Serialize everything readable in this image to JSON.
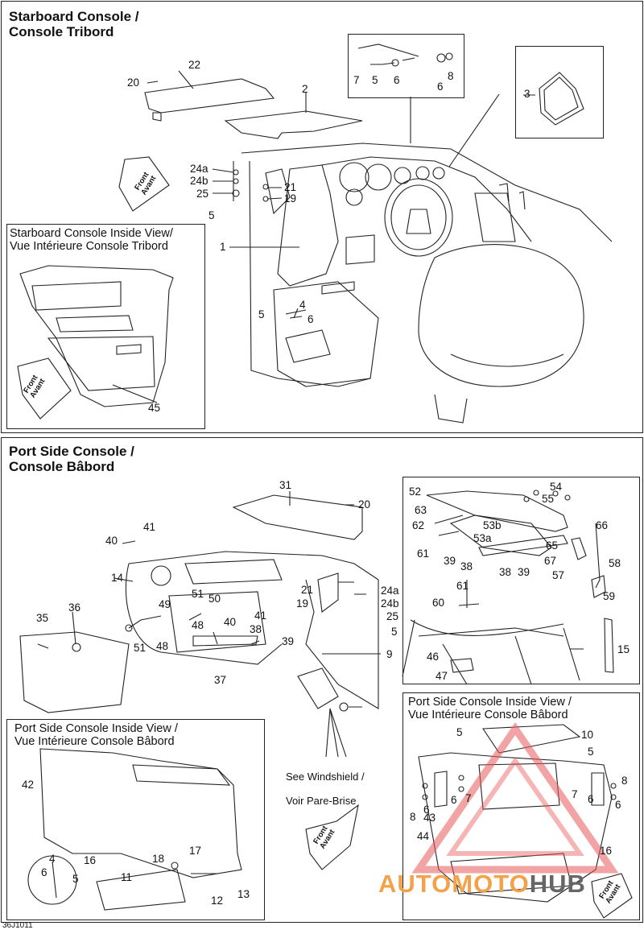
{
  "starboard": {
    "title_line1": "Starboard Console /",
    "title_line2": "Console Tribord",
    "inside_view_line1": "Starboard Console Inside View/",
    "inside_view_line2": "Vue Intérieure Console Tribord",
    "front_line1": "Front",
    "front_line2": "Avant",
    "callouts": [
      "22",
      "20",
      "2",
      "7",
      "5",
      "6",
      "6",
      "8",
      "3",
      "24a",
      "24b",
      "25",
      "5",
      "21",
      "19",
      "1",
      "5",
      "4",
      "6",
      "45"
    ]
  },
  "port": {
    "title_line1": "Port Side Console /",
    "title_line2": "Console Bâbord",
    "inside_view_line1": "Port Side Console Inside View /",
    "inside_view_line2": "Vue Intérieure Console Bâbord",
    "inside_view2_line1": "Port Side Console Inside View /",
    "inside_view2_line2": "Vue Intérieure Console Bâbord",
    "see_windshield_line1": "See Windshield /",
    "see_windshield_line2": "Voir Pare-Brise",
    "front_line1": "Front",
    "front_line2": "Avant",
    "callouts": [
      "31",
      "20",
      "41",
      "40",
      "14",
      "36",
      "35",
      "49",
      "51",
      "50",
      "48",
      "40",
      "41",
      "38",
      "39",
      "51",
      "48",
      "37",
      "21",
      "19",
      "24a",
      "24b",
      "25",
      "5",
      "9",
      "52",
      "54",
      "55",
      "63",
      "62",
      "61",
      "39",
      "53b",
      "53a",
      "38",
      "38",
      "39",
      "66",
      "65",
      "67",
      "58",
      "57",
      "59",
      "61",
      "60",
      "15",
      "46",
      "47",
      "42",
      "4",
      "6",
      "5",
      "16",
      "18",
      "17",
      "11",
      "12",
      "13",
      "5",
      "10",
      "5",
      "8",
      "6",
      "6",
      "7",
      "7",
      "8",
      "6",
      "6",
      "43",
      "44",
      "16"
    ]
  },
  "figure_code": "36J1011",
  "watermark": {
    "part1": "AUTOMOTO",
    "part2": "HUB"
  }
}
